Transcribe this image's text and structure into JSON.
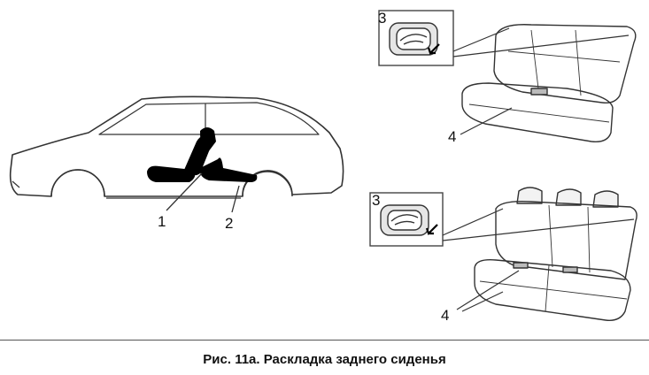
{
  "caption": "Рис. 11а. Раскладка заднего сиденья",
  "callouts": {
    "car_seat": "1",
    "car_floor": "2",
    "top_lever": "3",
    "top_cushion": "4",
    "bottom_lever": "3",
    "bottom_cushion": "4"
  },
  "colors": {
    "line": "#333333",
    "fill": "#000000",
    "frame": "#444444"
  }
}
